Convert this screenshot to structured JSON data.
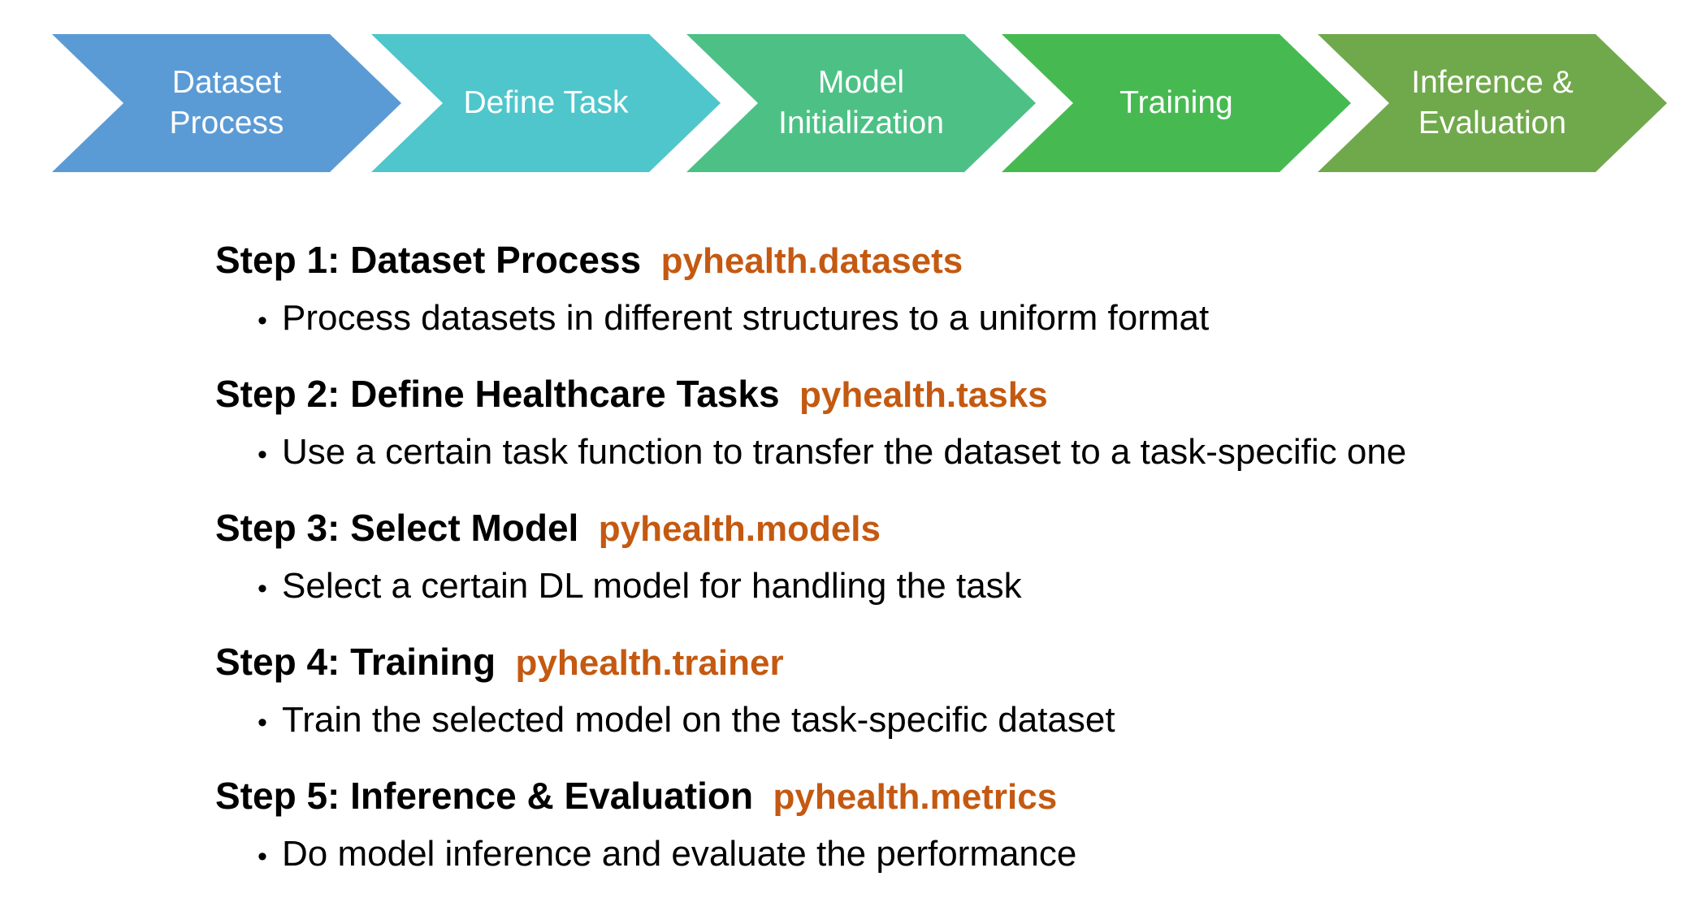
{
  "pipeline": {
    "stages": [
      {
        "name": "Dataset Process",
        "lines": [
          "Dataset",
          "Process"
        ],
        "color": "#5B9BD5"
      },
      {
        "name": "Define Task",
        "lines": [
          "Define Task"
        ],
        "color": "#4FC6CB"
      },
      {
        "name": "Model Initialization",
        "lines": [
          "Model",
          "Initialization"
        ],
        "color": "#4DC185"
      },
      {
        "name": "Training",
        "lines": [
          "Training"
        ],
        "color": "#46BA51"
      },
      {
        "name": "Inference & Evaluation",
        "lines": [
          "Inference &",
          "Evaluation"
        ],
        "color": "#70A94B"
      }
    ]
  },
  "steps": [
    {
      "title": "Step 1: Dataset Process",
      "module": "pyhealth.datasets",
      "bullet": "Process datasets in different structures to a uniform format"
    },
    {
      "title": "Step 2: Define Healthcare Tasks",
      "module": "pyhealth.tasks",
      "bullet": "Use a certain task function to transfer the dataset to a task-specific one"
    },
    {
      "title": "Step 3: Select Model",
      "module": "pyhealth.models",
      "bullet": "Select a certain DL model for handling the task"
    },
    {
      "title": "Step 4: Training",
      "module": "pyhealth.trainer",
      "bullet": "Train the selected model on the task-specific dataset"
    },
    {
      "title": "Step 5: Inference & Evaluation",
      "module": "pyhealth.metrics",
      "bullet": "Do model inference and evaluate the performance"
    }
  ],
  "colors": {
    "module_text": "#C45911",
    "body_text": "#000000",
    "stage_text": "#FFFFFF",
    "background": "#FFFFFF"
  }
}
